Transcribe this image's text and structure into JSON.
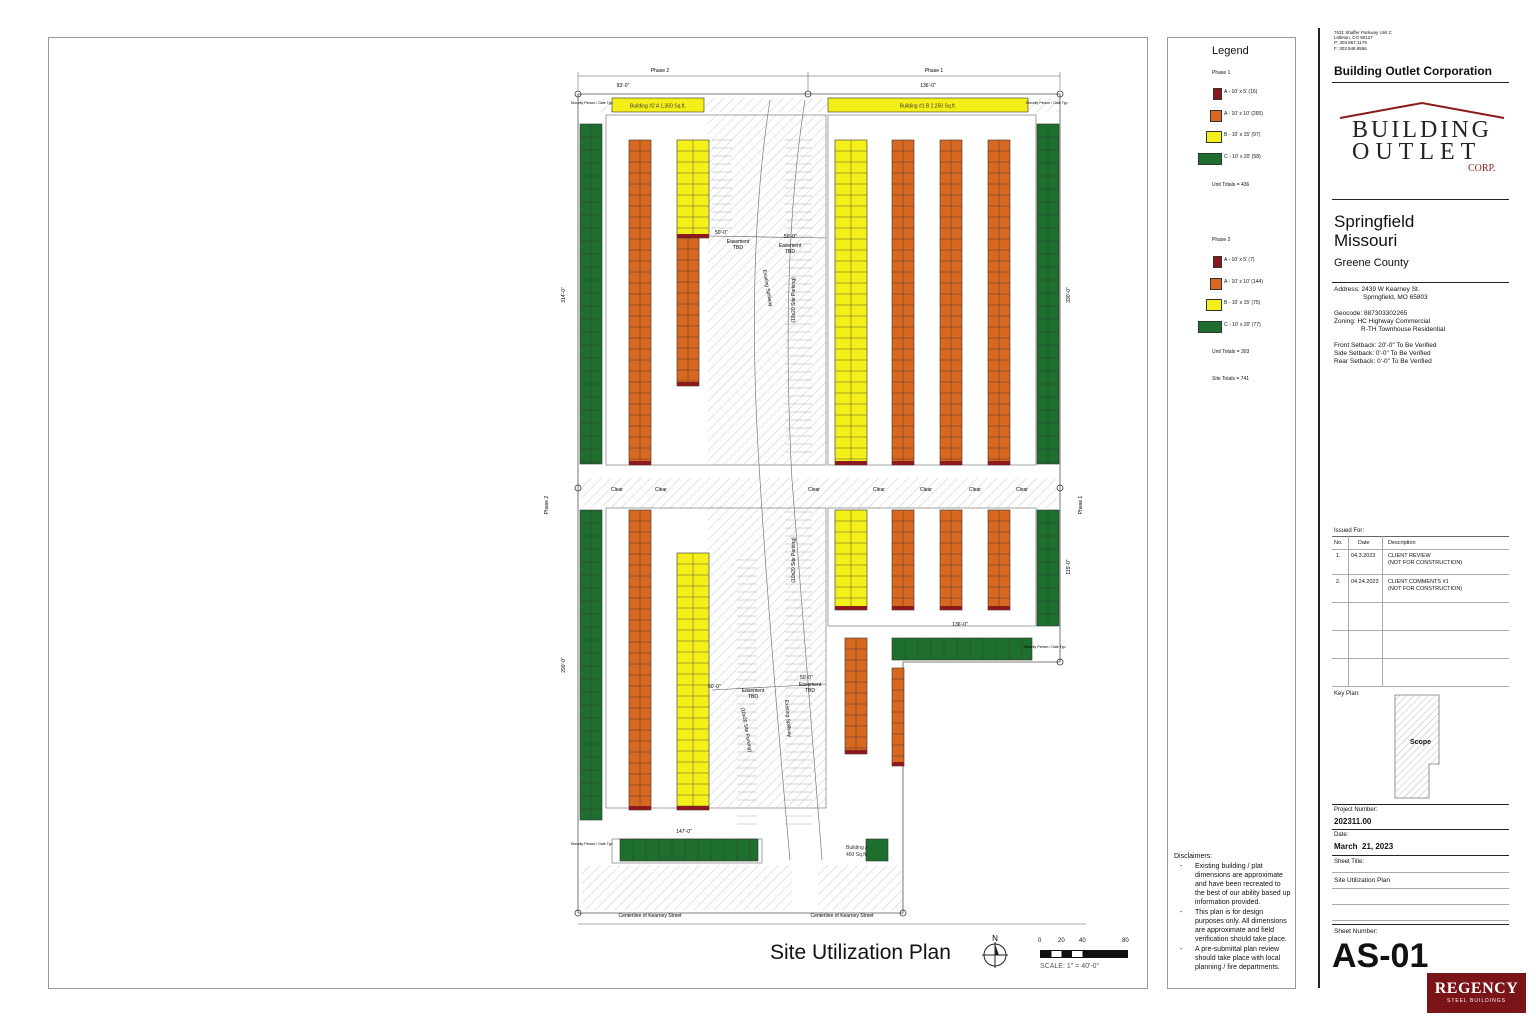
{
  "colors": {
    "red": "#8b1a1a",
    "orange": "#d8671f",
    "yellow": "#f5ef19",
    "green": "#1e6e2d"
  },
  "plan": {
    "title": "Site Utilization Plan",
    "north_label": "N",
    "scale_ticks": [
      "0",
      "20",
      "40",
      "80"
    ],
    "scale_text": "SCALE: 1\" = 40'-0\"",
    "phase1_label": "Phase 1",
    "phase2_label": "Phase 2",
    "dim_top_phase2": "93'-0\"",
    "dim_top_phase1": "136'-0\"",
    "building2_label": "Building #2 A 1,350 Sq.ft.",
    "building1_label": "Building #1 B 2,250 Sq.ft.",
    "building_a_label": "Building A",
    "building_a_area": "400 Sq.ft.",
    "easement": "Easement",
    "tbd": "TBD",
    "easement_dim": "50'-0\"",
    "existing_spillway": "Existing Spillway",
    "site_parking": "(10x20 Site Parking)",
    "clear": "Clear",
    "centerline": "Centerline of Kearney Street",
    "security_gate": "Security Person / Gate Typ.",
    "dims_left": [
      "314'-0\"",
      "290'-0\""
    ],
    "dims_right": [
      "330'-0\"",
      "115'-0\""
    ],
    "dim_bottom_left": "147'-0\"",
    "dim_mid_right": "136'-0\""
  },
  "legend": {
    "title": "Legend",
    "phase1": {
      "title": "Phase 1",
      "items": [
        "A - 10' x 5' (16)",
        "A - 10' x 10' (265)",
        "B - 10' x 15' (97)",
        "C - 10' x 20' (58)"
      ],
      "total": "Unit Totals = 436"
    },
    "phase2": {
      "title": "Phase 2",
      "items": [
        "A - 10' x 5' (7)",
        "A - 10' x 10' (144)",
        "B - 10' x 15' (75)",
        "C - 10' x 20' (77)"
      ],
      "total": "Unit Totals = 303"
    },
    "site_total": "Site Totals = 741",
    "disclaimers_title": "Disclaimers:",
    "disclaimers": [
      "Existing building / plat dimensions are approximate and have been recreated to the best of our ability based up information provided.",
      "This plan is for design purposes only.  All dimensions are approximate and field verification should take place.",
      "A pre-submittal plan review should take place with local planning / fire departments."
    ]
  },
  "title_block": {
    "address_lines": [
      "7631 Shaffer Parkway Unit C",
      "Littleton, CO 80127",
      "P: 303.867.1179",
      "F: 303.948.9556"
    ],
    "company": "Building Outlet Corporation",
    "logo_line1": "BUILDING",
    "logo_line2": "OUTLET",
    "logo_line3": "CORP.",
    "city": "Springfield",
    "state": "Missouri",
    "county": "Greene County",
    "address_label": "Address:",
    "address1": "2439 W Kearney St.",
    "address2": "Springfield, MO 65803",
    "geocode": "Geocode: 887303302265",
    "zoning1": "Zoning: HC Highway Commercial",
    "zoning2": "R-TH Townhouse Residential",
    "setback_front": "Front Setback: 20'-0\" To Be Verified",
    "setback_side": "Side Setback: 0'-0\" To Be Verified",
    "setback_rear": "Rear Setback: 0'-0\" To Be Verified",
    "issued_for": "Issued For:",
    "table_headers": [
      "No.",
      "Date",
      "Description"
    ],
    "issues": [
      {
        "no": "1.",
        "date": "04.3.2023",
        "desc1": "CLIENT REVIEW",
        "desc2": "(NOT FOR CONSTRUCTION)"
      },
      {
        "no": "2.",
        "date": "04.24.2023",
        "desc1": "CLIENT COMMENTS #1",
        "desc2": "(NOT FOR CONSTRUCTION)"
      }
    ],
    "key_plan": "Key Plan:",
    "scope": "Scope",
    "project_number_label": "Project Number:",
    "project_number": "202311.00",
    "date_label": "Date:",
    "date": "March  21, 2023",
    "sheet_title_label": "Sheet Title:",
    "sheet_title": "Site Utilization Plan",
    "sheet_number_label": "Sheet Number:",
    "sheet_number": "AS-01"
  },
  "watermark": {
    "line1": "REGENCY",
    "line2": "STEEL BUILDINGS"
  }
}
